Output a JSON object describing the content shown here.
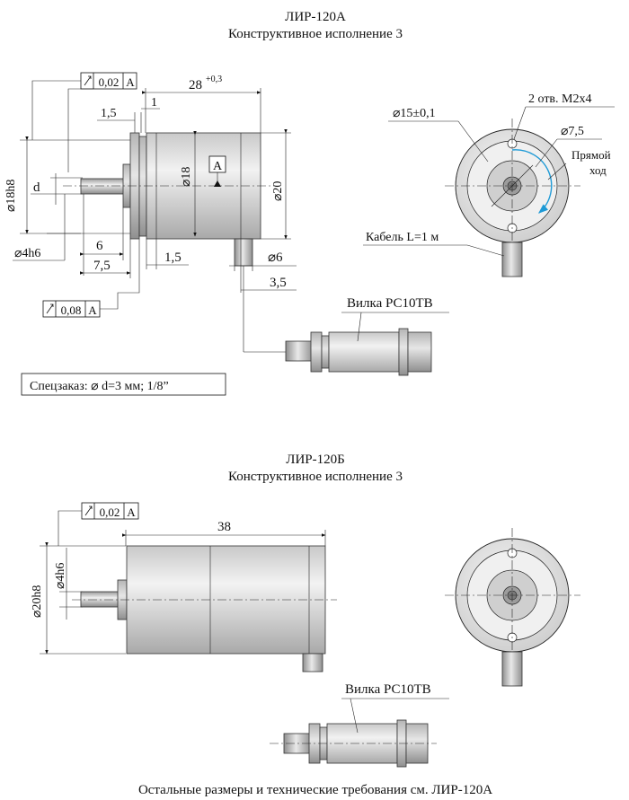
{
  "top": {
    "title": "ЛИР-120А",
    "subtitle": "Конструктивное исполнение 3",
    "tol_runout": "0,02",
    "tol_runout_ref": "A",
    "tol_face": "0,08",
    "tol_face_ref": "A",
    "datum": "A",
    "dim_length": "28",
    "dim_length_tol": "+0,3",
    "dim_1_5_top": "1,5",
    "dim_1": "1",
    "dim_18h8": "⌀18h8",
    "dim_d": "d",
    "dim_4h6": "⌀4h6",
    "dim_6": "6",
    "dim_7_5": "7,5",
    "dim_1_5_bottom": "1,5",
    "dim_18": "⌀18",
    "dim_20": "⌀20",
    "dim_cable_6": "⌀6",
    "dim_3_5": "3,5",
    "connector_label": "Вилка РС10ТВ",
    "special_order": "Спецзаказ: ⌀ d=3 мм; 1/8”",
    "front_15": "⌀15±0,1",
    "front_holes": "2 отв. М2х4",
    "front_7_5": "⌀7,5",
    "front_dir_1": "Прямой",
    "front_dir_2": "ход",
    "front_cable": "Кабель L=1 м"
  },
  "bottom": {
    "title": "ЛИР-120Б",
    "subtitle": "Конструктивное исполнение 3",
    "tol_runout": "0,02",
    "tol_runout_ref": "A",
    "dim_length": "38",
    "dim_20h8": "⌀20h8",
    "dim_4h6": "⌀4h6",
    "connector_label": "Вилка РС10ТВ"
  },
  "footer": "Остальные размеры и технические требования см. ЛИР-120А",
  "colors": {
    "rotation_arrow": "#1e9ad6"
  }
}
